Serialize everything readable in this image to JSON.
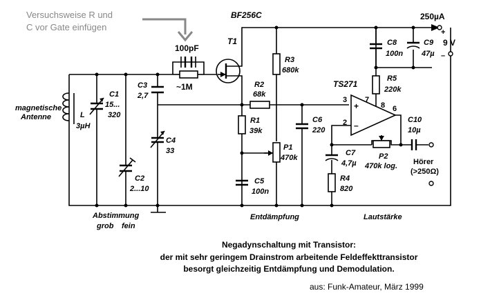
{
  "annotation": {
    "line1": "Versuchsweise R und",
    "line2": "C vor Gate einfügen",
    "cap_value": "100pF",
    "res_value": "~1M"
  },
  "transistor": {
    "type": "BF256C",
    "name": "T1"
  },
  "antenna": {
    "line1": "magnetische",
    "line2": "Antenne"
  },
  "coil": {
    "name": "L",
    "value": "3µH"
  },
  "components": {
    "c1": {
      "name": "C1",
      "value1": "15...",
      "value2": "320"
    },
    "c2": {
      "name": "C2",
      "value": "2...10"
    },
    "c3": {
      "name": "C3",
      "value": "2,7"
    },
    "c4": {
      "name": "C4",
      "value": "33"
    },
    "r1": {
      "name": "R1",
      "value": "39k"
    },
    "r2": {
      "name": "R2",
      "value": "68k"
    },
    "r3": {
      "name": "R3",
      "value": "680k"
    },
    "p1": {
      "name": "P1",
      "value": "470k"
    },
    "c5": {
      "name": "C5",
      "value": "100n"
    },
    "c6": {
      "name": "C6",
      "value": "220"
    },
    "opamp": {
      "name": "TS271",
      "pin7": "7",
      "pin8": "8",
      "pin3": "3",
      "pin2": "2",
      "pin6": "6",
      "plus": "+",
      "minus": "–"
    },
    "r5": {
      "name": "R5",
      "value": "220k"
    },
    "c8": {
      "name": "C8",
      "value": "100n"
    },
    "c9": {
      "name": "C9",
      "value": "47µ"
    },
    "c7": {
      "name": "C7",
      "value": "4,7µ"
    },
    "r4": {
      "name": "R4",
      "value": "820"
    },
    "p2": {
      "name": "P2",
      "value": "470k log."
    },
    "c10": {
      "name": "C10",
      "value": "10µ"
    }
  },
  "supply": {
    "current": "250µA",
    "plus": "+",
    "voltage": "9 V",
    "minus": "–"
  },
  "headphone": {
    "line1": "Hörer",
    "line2": "(>250Ω)"
  },
  "bottom_labels": {
    "tuning": "Abstimmung",
    "coarse": "grob",
    "fine": "fein",
    "damping": "Entdämpfung",
    "volume": "Lautstärke"
  },
  "caption": {
    "line1": "Negadynschaltung mit Transistor:",
    "line2": "der mit sehr geringem Drainstrom arbeitende Feldeffekttransistor",
    "line3": "besorgt gleichzeitig Entdämpfung und Demodulation."
  },
  "source": "aus: Funk-Amateur, März 1999",
  "colors": {
    "ink": "#000000",
    "note": "#888888",
    "background": "#ffffff"
  }
}
